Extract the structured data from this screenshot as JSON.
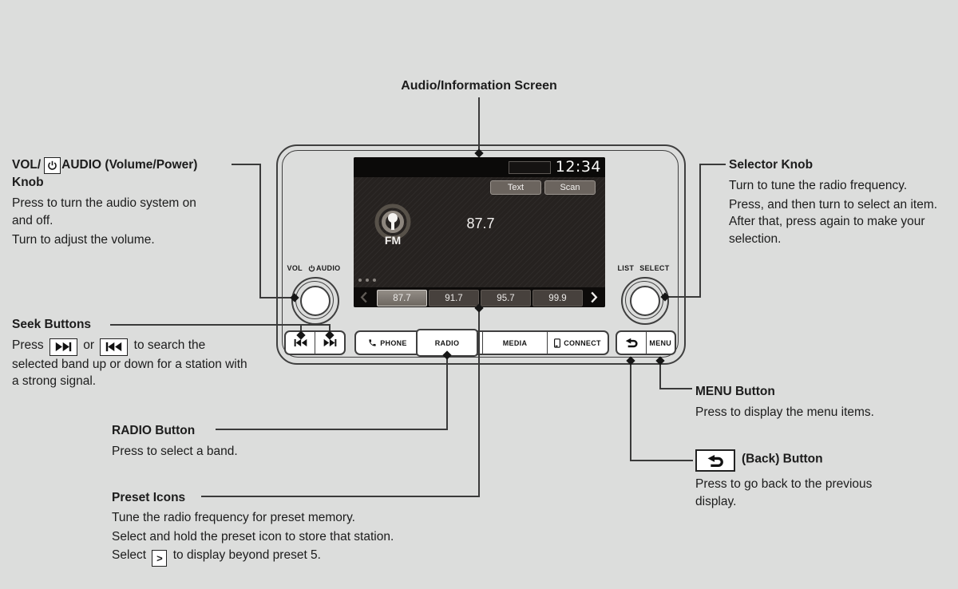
{
  "page_title": "Audio/Information Screen",
  "callouts": {
    "vol": {
      "heading_pre": "VOL/",
      "heading_post": "AUDIO (Volume/Power)",
      "heading_line2": "Knob",
      "para1": "Press to turn the audio system on and off.",
      "para2": "Turn to adjust the volume."
    },
    "seek": {
      "heading": "Seek Buttons",
      "para_pre": "Press",
      "para_or": "or",
      "para_post": "to search the selected band up or down for a station with a strong signal."
    },
    "radio": {
      "heading": "RADIO Button",
      "para": "Press to select a band."
    },
    "preset": {
      "heading": "Preset Icons",
      "para1": "Tune the radio frequency for preset memory.",
      "para2": "Select and hold the preset icon to store that station.",
      "para3_pre": "Select",
      "para3_icon": ">",
      "para3_post": "to display beyond preset 5."
    },
    "selector": {
      "heading": "Selector Knob",
      "para1": "Turn to tune the radio frequency.",
      "para2": "Press, and then turn to select an item. After that, press again to make your selection."
    },
    "menu": {
      "heading": "MENU Button",
      "para": "Press to display the menu items."
    },
    "back": {
      "heading": "(Back) Button",
      "para": "Press to go back to the previous display."
    }
  },
  "unit": {
    "left_knob_labels": {
      "vol": "VOL",
      "audio": "AUDIO"
    },
    "right_knob_labels": {
      "list": "LIST",
      "select": "SELECT"
    },
    "screen": {
      "clock": "12:34",
      "soft_buttons": [
        "Text",
        "Scan"
      ],
      "band": "FM",
      "frequency": "87.7",
      "presets": [
        "87.7",
        "91.7",
        "95.7",
        "99.9"
      ],
      "selected_preset": "87.7"
    },
    "hard_buttons": {
      "phone": "PHONE",
      "radio": "RADIO",
      "media": "MEDIA",
      "connect": "CONNECT",
      "menu": "MENU"
    }
  },
  "colors": {
    "page_bg": "#dcdddc",
    "line": "#3a3a3a",
    "screen_bg": "#262220",
    "soft_button_bg": "#6b645e",
    "preset_selected_border": "#d2cec9"
  }
}
